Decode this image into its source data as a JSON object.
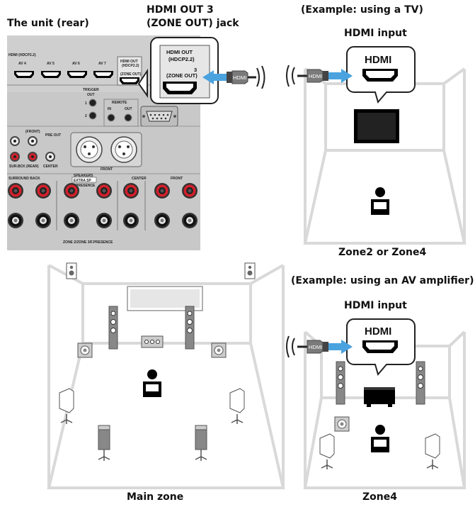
{
  "labels": {
    "rear_unit": "The unit (rear)",
    "hdmi_out_jack_line1": "HDMI OUT 3",
    "hdmi_out_jack_line2": "(ZONE OUT) jack",
    "example_tv": "(Example: using a TV)",
    "hdmi_input_tv": "HDMI input",
    "zone2_or_zone4": "Zone2 or Zone4",
    "example_amp": "(Example: using an AV amplifier)",
    "hdmi_input_amp": "HDMI input",
    "main_zone": "Main zone",
    "zone4": "Zone4"
  },
  "panel": {
    "hdmi_title": "HDMI (HDCP2.2)",
    "av_ports": [
      "AV 4",
      "AV 5",
      "AV 6",
      "AV 7"
    ],
    "hdmi_out_small": "HDMI OUT",
    "hdcp_small": "(HDCP2.2)",
    "out_number": "3",
    "zone_out_small": "(ZONE OUT)",
    "trigger": "TRIGGER",
    "trigger_out": "OUT",
    "remote": "REMOTE",
    "remote_in": "IN",
    "remote_out": "OUT",
    "pre_out": "PRE OUT",
    "front_small": "(FRONT)",
    "rear_small": "(REAR)",
    "center_small": "CENTER",
    "front": "FRONT",
    "surround_back": "SURROUND BACK",
    "speakers": "SPEAKERS",
    "extra_sp": "EXTRA SP",
    "f_presence": "F.PRESENCE",
    "center": "CENTER",
    "front_terminals": "FRONT",
    "zone_footer": "ZONE 2/ZONE 3/F.PRESENCE",
    "sur_back": "SUR.BCK"
  },
  "zoom": {
    "hdmi_out": "HDMI OUT",
    "hdcp": "(HDCP2.2)",
    "number": "3",
    "zone_out": "(ZONE OUT)"
  },
  "cable": {
    "plug_label": "HDMI"
  },
  "tv_input": {
    "port_label": "HDMI"
  },
  "amp_input": {
    "port_label": "HDMI"
  },
  "colors": {
    "panel": "#c8c8c8",
    "room_wall": "#d9d9d9",
    "arrow_blue": "#4aa3df",
    "terminal_red": "#d4202a"
  }
}
